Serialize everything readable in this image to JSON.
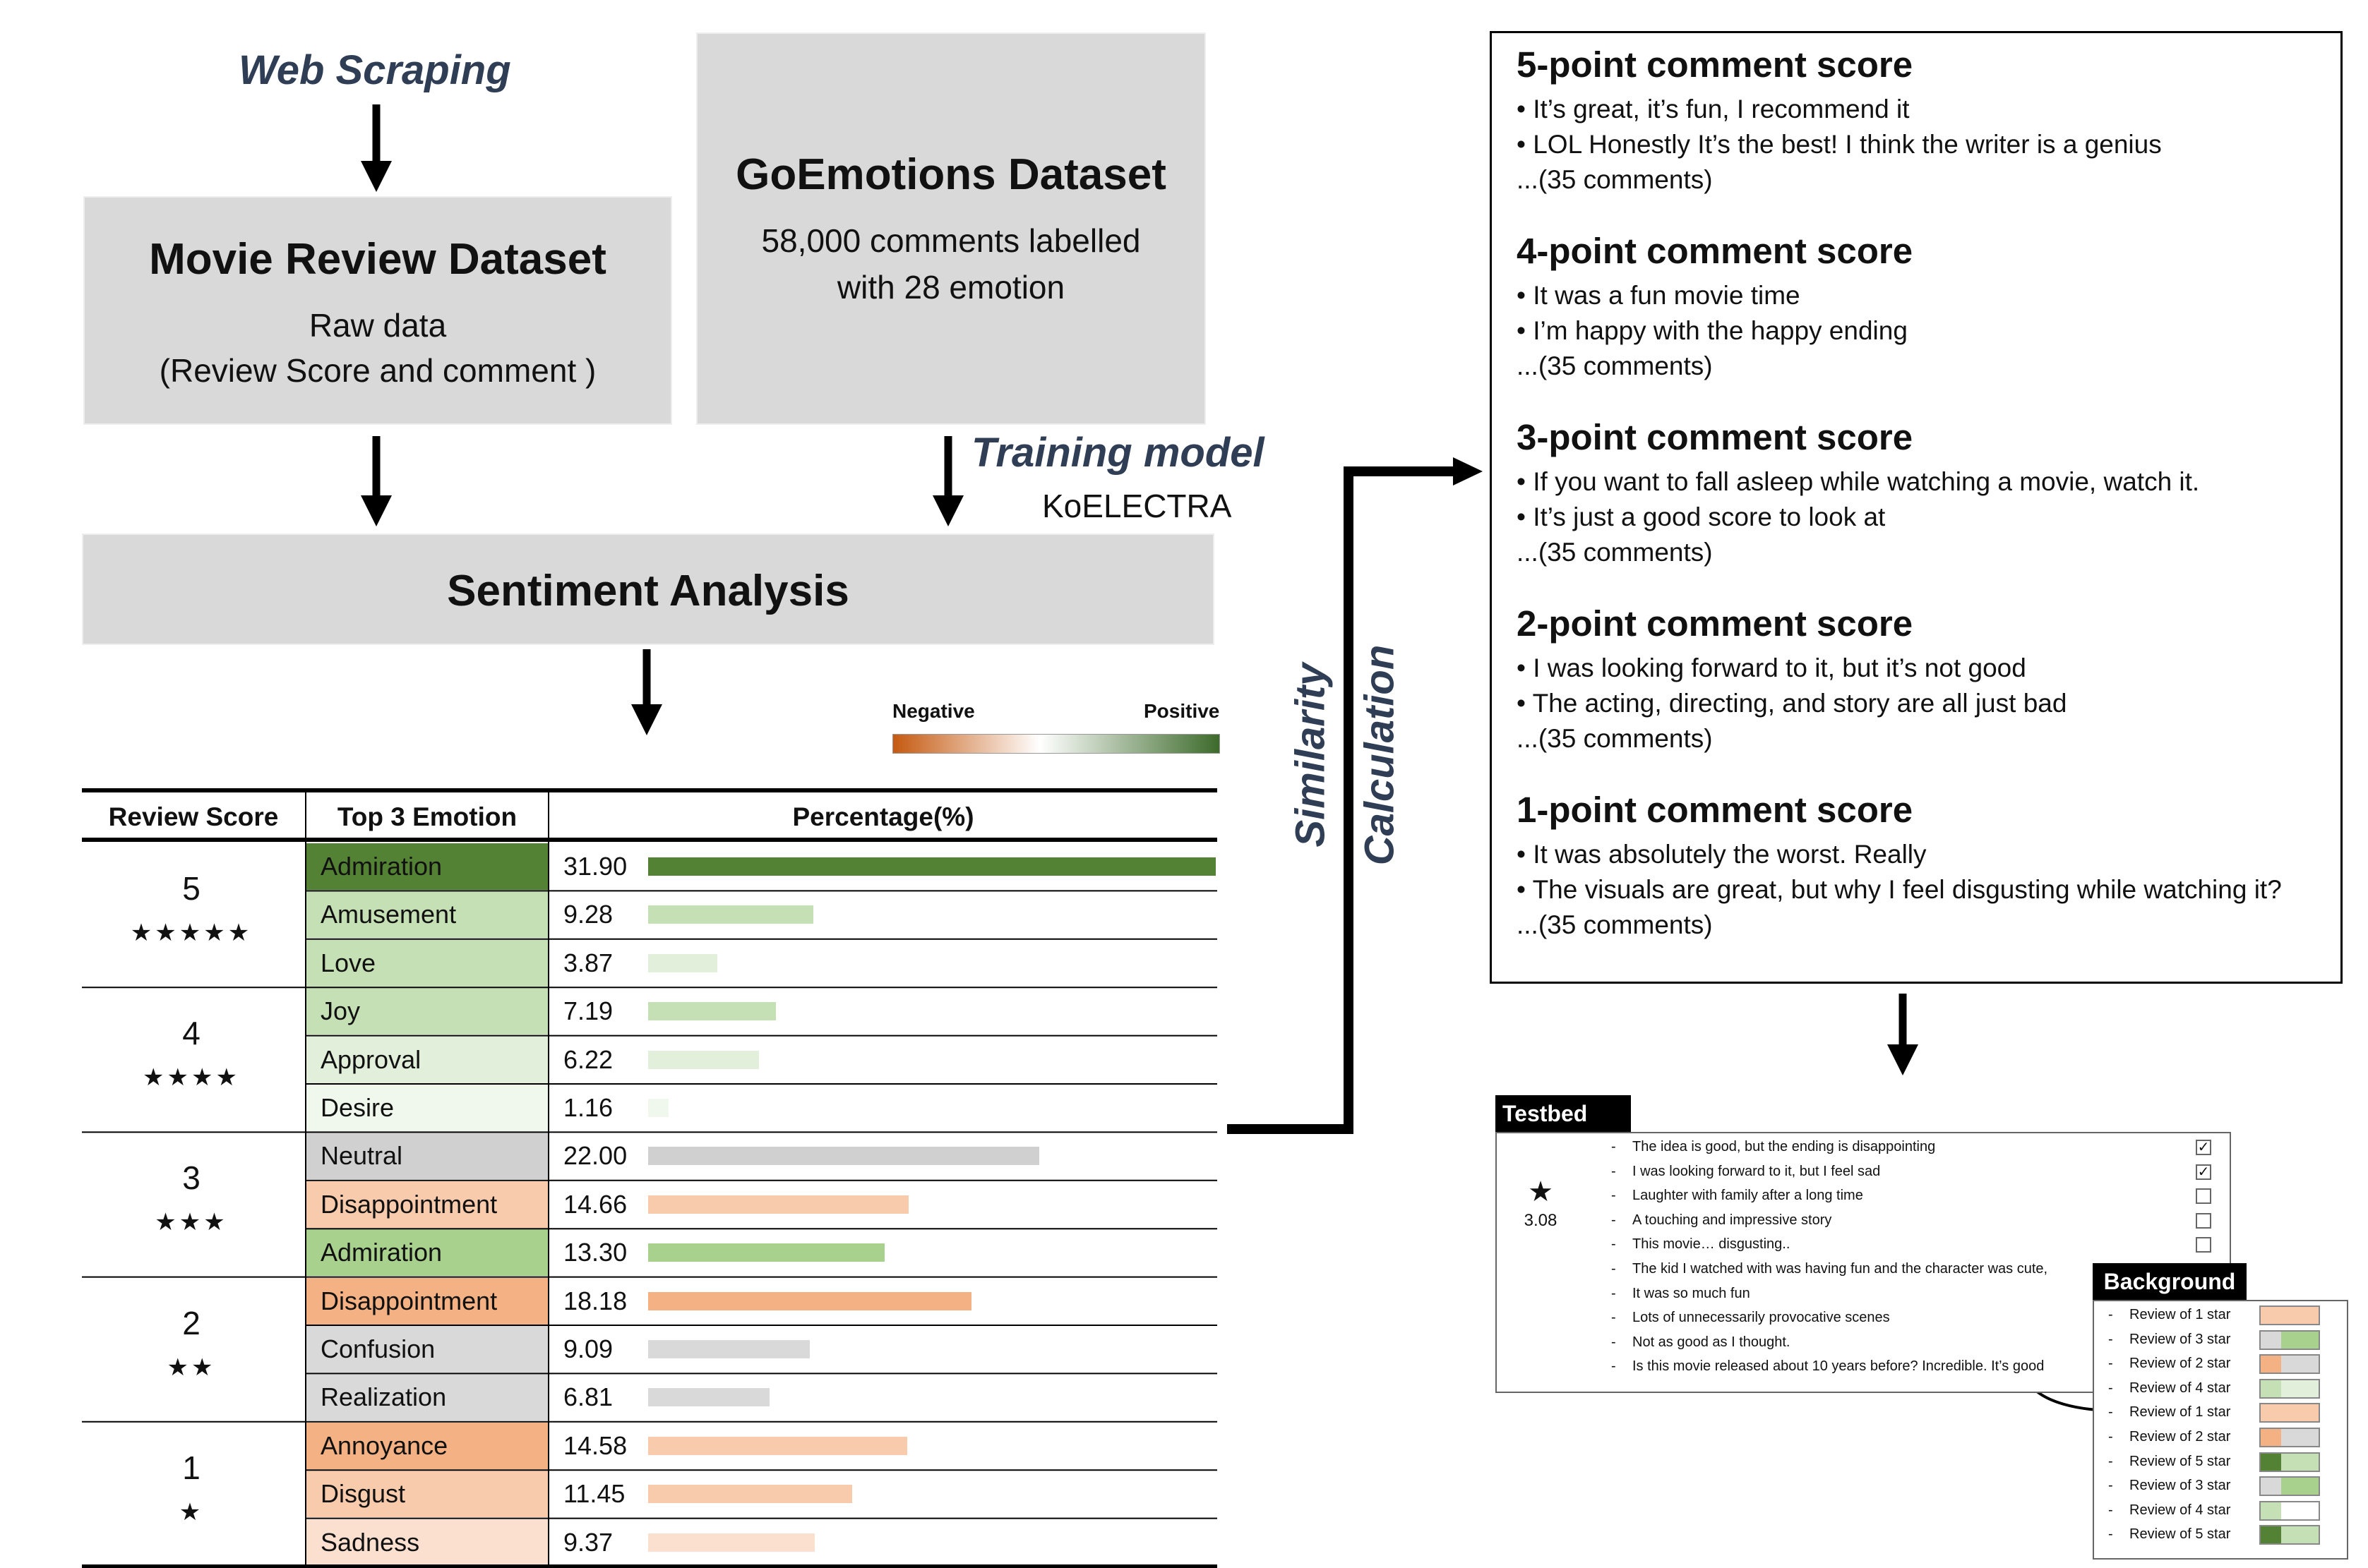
{
  "labels": {
    "web_scraping": "Web Scraping",
    "training_model": "Training model",
    "koelectra": "KoELECTRA",
    "similarity": "Similarity",
    "calculation": "Calculation"
  },
  "movie_box": {
    "title": "Movie Review Dataset",
    "line1": "Raw data",
    "line2": "(Review Score and comment )"
  },
  "goemotions_box": {
    "title": "GoEmotions Dataset",
    "line1": "58,000 comments labelled",
    "line2": "with 28 emotion"
  },
  "sentiment_box": {
    "title": "Sentiment Analysis"
  },
  "legend": {
    "negative": "Negative",
    "positive": "Positive",
    "color_negative": "#c55a11",
    "color_mid": "#ffffff",
    "color_positive": "#3d6b2b"
  },
  "table": {
    "headers": [
      "Review Score",
      "Top 3 Emotion",
      "Percentage(%)"
    ],
    "groups": [
      {
        "score": "5",
        "stars": "★★★★★",
        "rows": [
          {
            "emotion": "Admiration",
            "value": 31.9,
            "value_text": "31.90",
            "cell_color": "#548235",
            "bar_color": "#548235"
          },
          {
            "emotion": "Amusement",
            "value": 9.28,
            "value_text": "9.28",
            "cell_color": "#c5e0b4",
            "bar_color": "#c5e0b4"
          },
          {
            "emotion": "Love",
            "value": 3.87,
            "value_text": "3.87",
            "cell_color": "#c5e0b4",
            "bar_color": "#e2efda"
          }
        ]
      },
      {
        "score": "4",
        "stars": "★★★★",
        "rows": [
          {
            "emotion": "Joy",
            "value": 7.19,
            "value_text": "7.19",
            "cell_color": "#c5e0b4",
            "bar_color": "#c5e0b4"
          },
          {
            "emotion": "Approval",
            "value": 6.22,
            "value_text": "6.22",
            "cell_color": "#e2efda",
            "bar_color": "#e2efda"
          },
          {
            "emotion": "Desire",
            "value": 1.16,
            "value_text": "1.16",
            "cell_color": "#f0f7ec",
            "bar_color": "#f0f7ec"
          }
        ]
      },
      {
        "score": "3",
        "stars": "★★★",
        "rows": [
          {
            "emotion": "Neutral",
            "value": 22.0,
            "value_text": "22.00",
            "cell_color": "#d0d0d0",
            "bar_color": "#d0d0d0"
          },
          {
            "emotion": "Disappointment",
            "value": 14.66,
            "value_text": "14.66",
            "cell_color": "#f8cbad",
            "bar_color": "#f8cbad"
          },
          {
            "emotion": "Admiration",
            "value": 13.3,
            "value_text": "13.30",
            "cell_color": "#a9d18e",
            "bar_color": "#a9d18e"
          }
        ]
      },
      {
        "score": "2",
        "stars": "★★",
        "rows": [
          {
            "emotion": "Disappointment",
            "value": 18.18,
            "value_text": "18.18",
            "cell_color": "#f4b183",
            "bar_color": "#f4b183"
          },
          {
            "emotion": "Confusion",
            "value": 9.09,
            "value_text": "9.09",
            "cell_color": "#d9d9d9",
            "bar_color": "#d9d9d9"
          },
          {
            "emotion": "Realization",
            "value": 6.81,
            "value_text": "6.81",
            "cell_color": "#d9d9d9",
            "bar_color": "#d9d9d9"
          }
        ]
      },
      {
        "score": "1",
        "stars": "★",
        "rows": [
          {
            "emotion": "Annoyance",
            "value": 14.58,
            "value_text": "14.58",
            "cell_color": "#f4b183",
            "bar_color": "#f8cbad"
          },
          {
            "emotion": "Disgust",
            "value": 11.45,
            "value_text": "11.45",
            "cell_color": "#f8cbad",
            "bar_color": "#f8cbad"
          },
          {
            "emotion": "Sadness",
            "value": 9.37,
            "value_text": "9.37",
            "cell_color": "#fbe0d0",
            "bar_color": "#fbe0d0"
          }
        ]
      }
    ],
    "max_value": 31.9
  },
  "comment_scores": [
    {
      "title": "5-point comment score",
      "lines": [
        "• It’s great, it’s fun, I recommend it",
        "• LOL Honestly It’s the best! I think the writer is a genius",
        "...(35 comments)"
      ]
    },
    {
      "title": "4-point comment score",
      "lines": [
        "• It was a fun movie time",
        "• I’m happy with the happy ending",
        "...(35 comments)"
      ]
    },
    {
      "title": "3-point comment score",
      "lines": [
        "• If you want to fall asleep while watching a movie, watch it.",
        "• It’s just a good score to look at",
        "...(35 comments)"
      ]
    },
    {
      "title": "2-point comment score",
      "lines": [
        "• I was looking forward to it, but it’s not good",
        "• The acting, directing, and story are all just bad",
        "...(35 comments)"
      ]
    },
    {
      "title": "1-point comment score",
      "lines": [
        "• It was absolutely the worst. Really",
        "• The visuals are great, but why I feel disgusting while watching it?",
        "...(35 comments)"
      ]
    }
  ],
  "testbed": {
    "title": "Testbed",
    "star": "★",
    "score": "3.08",
    "items": [
      {
        "text": "The idea is good, but the ending is disappointing",
        "checked": true
      },
      {
        "text": "I was looking forward to it, but I feel sad",
        "checked": true
      },
      {
        "text": "Laughter with family after a long time",
        "checked": false
      },
      {
        "text": "A touching and impressive story",
        "checked": false
      },
      {
        "text": "This movie… disgusting..",
        "checked": false
      },
      {
        "text": "The kid I watched with was having fun and the character was cute,",
        "checked": null
      },
      {
        "text": "It was so much fun",
        "checked": null
      },
      {
        "text": "Lots of unnecessarily provocative scenes",
        "checked": null
      },
      {
        "text": "Not as good as I thought.",
        "checked": null
      },
      {
        "text": "Is this movie released about 10 years before? Incredible. It’s good",
        "checked": null
      }
    ],
    "checkmark": "✓"
  },
  "background": {
    "title": "Background",
    "items": [
      {
        "text": "Review of 1 star",
        "colors": [
          "#f8cbad",
          "#f8cbad"
        ]
      },
      {
        "text": "Review of 3 star",
        "colors": [
          "#d9d9d9",
          "#a9d18e"
        ]
      },
      {
        "text": "Review of 2 star",
        "colors": [
          "#f4b183",
          "#d9d9d9"
        ]
      },
      {
        "text": "Review of 4 star",
        "colors": [
          "#c5e0b4",
          "#e2efda"
        ]
      },
      {
        "text": "Review of 1 star",
        "colors": [
          "#f8cbad",
          "#f8cbad"
        ]
      },
      {
        "text": "Review of 2 star",
        "colors": [
          "#f4b183",
          "#d9d9d9"
        ]
      },
      {
        "text": "Review of 5 star",
        "colors": [
          "#548235",
          "#c5e0b4"
        ]
      },
      {
        "text": "Review of 3 star",
        "colors": [
          "#d9d9d9",
          "#a9d18e"
        ]
      },
      {
        "text": "Review of 4 star",
        "colors": [
          "#c5e0b4",
          "#ffffff"
        ]
      },
      {
        "text": "Review of 5 star",
        "colors": [
          "#548235",
          "#c5e0b4"
        ]
      }
    ]
  }
}
